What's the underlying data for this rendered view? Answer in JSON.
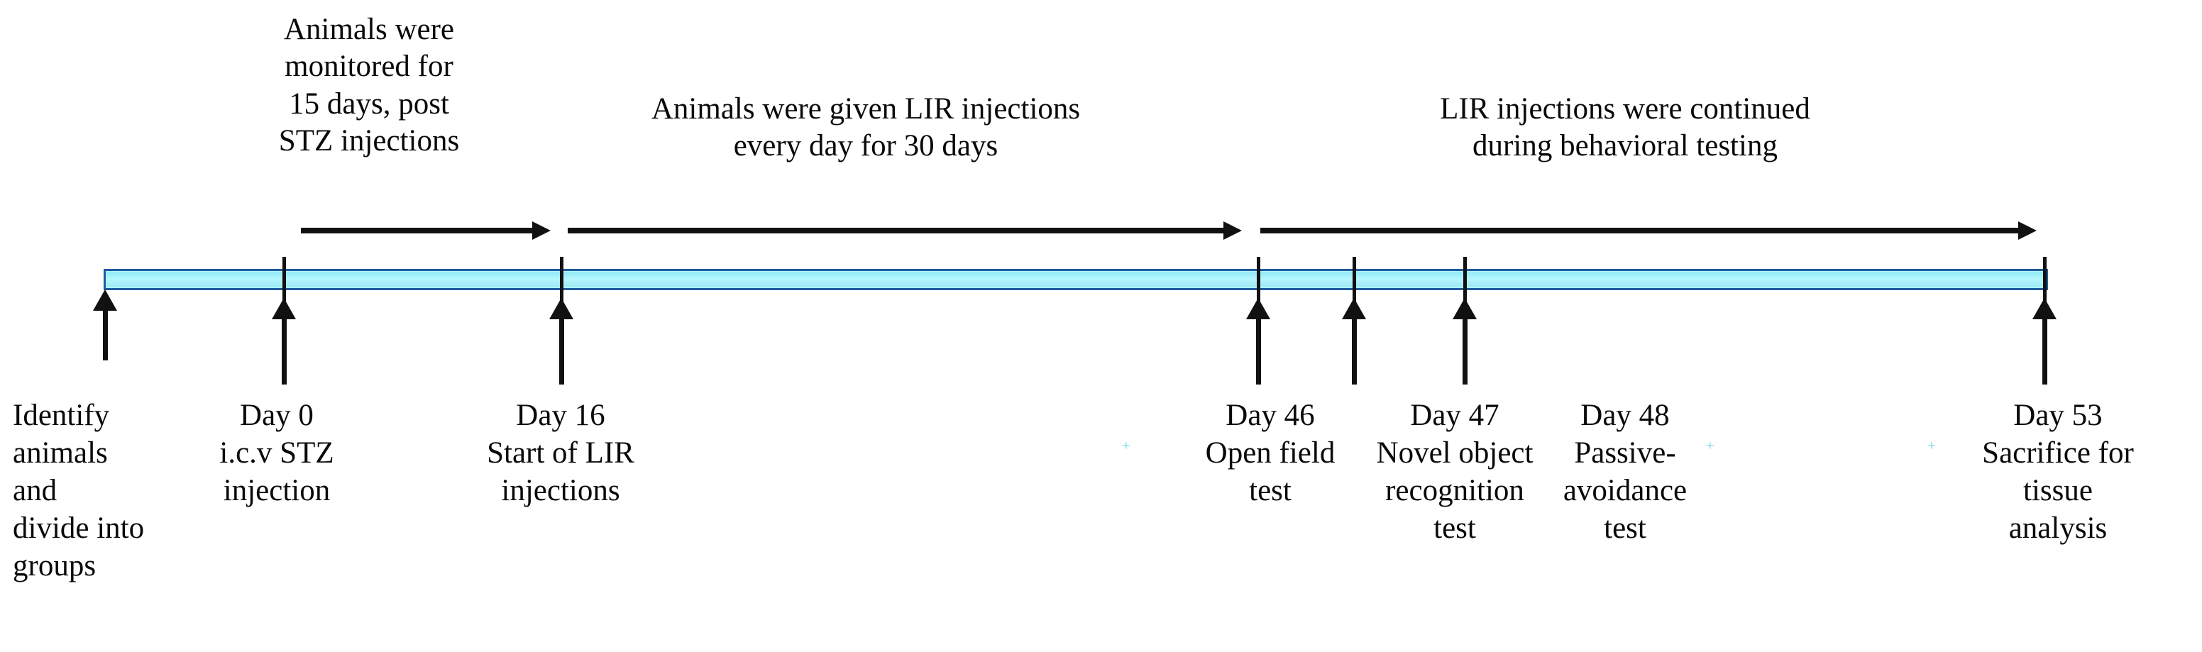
{
  "figure": {
    "kind": "experimental-timeline",
    "background_color": "#ffffff",
    "bar_fill_color": "#aaf4fb",
    "bar_border_color": "#1f5c9e",
    "ink_color": "#111111"
  },
  "phases": [
    {
      "id": "monitoring",
      "text": "Animals were\nmonitored for\n15 days, post\nSTZ injections"
    },
    {
      "id": "lir-daily",
      "text": "Animals were given LIR injections\nevery day for 30 days"
    },
    {
      "id": "lir-behavioral",
      "text": "LIR injections were continued\nduring behavioral testing"
    }
  ],
  "events": [
    {
      "id": "identify-animals",
      "day": "",
      "text": "Identify\nanimals\nand\ndivide into\ngroups"
    },
    {
      "id": "day-0",
      "day": "Day 0",
      "text": "Day 0\ni.c.v STZ\ninjection"
    },
    {
      "id": "day-16",
      "day": "Day 16",
      "text": "Day 16\nStart of LIR\ninjections"
    },
    {
      "id": "day-46",
      "day": "Day 46",
      "text": "Day 46\nOpen field\ntest"
    },
    {
      "id": "day-47",
      "day": "Day 47",
      "text": "Day 47\nNovel object\nrecognition\ntest"
    },
    {
      "id": "day-48",
      "day": "Day 48",
      "text": "Day 48\nPassive-\navoidance\ntest"
    },
    {
      "id": "day-53",
      "day": "Day 53",
      "text": "Day 53\nSacrifice for\ntissue\nanalysis"
    }
  ],
  "specks": {
    "one": "⁺",
    "two": "⁺",
    "three": "⁺"
  }
}
